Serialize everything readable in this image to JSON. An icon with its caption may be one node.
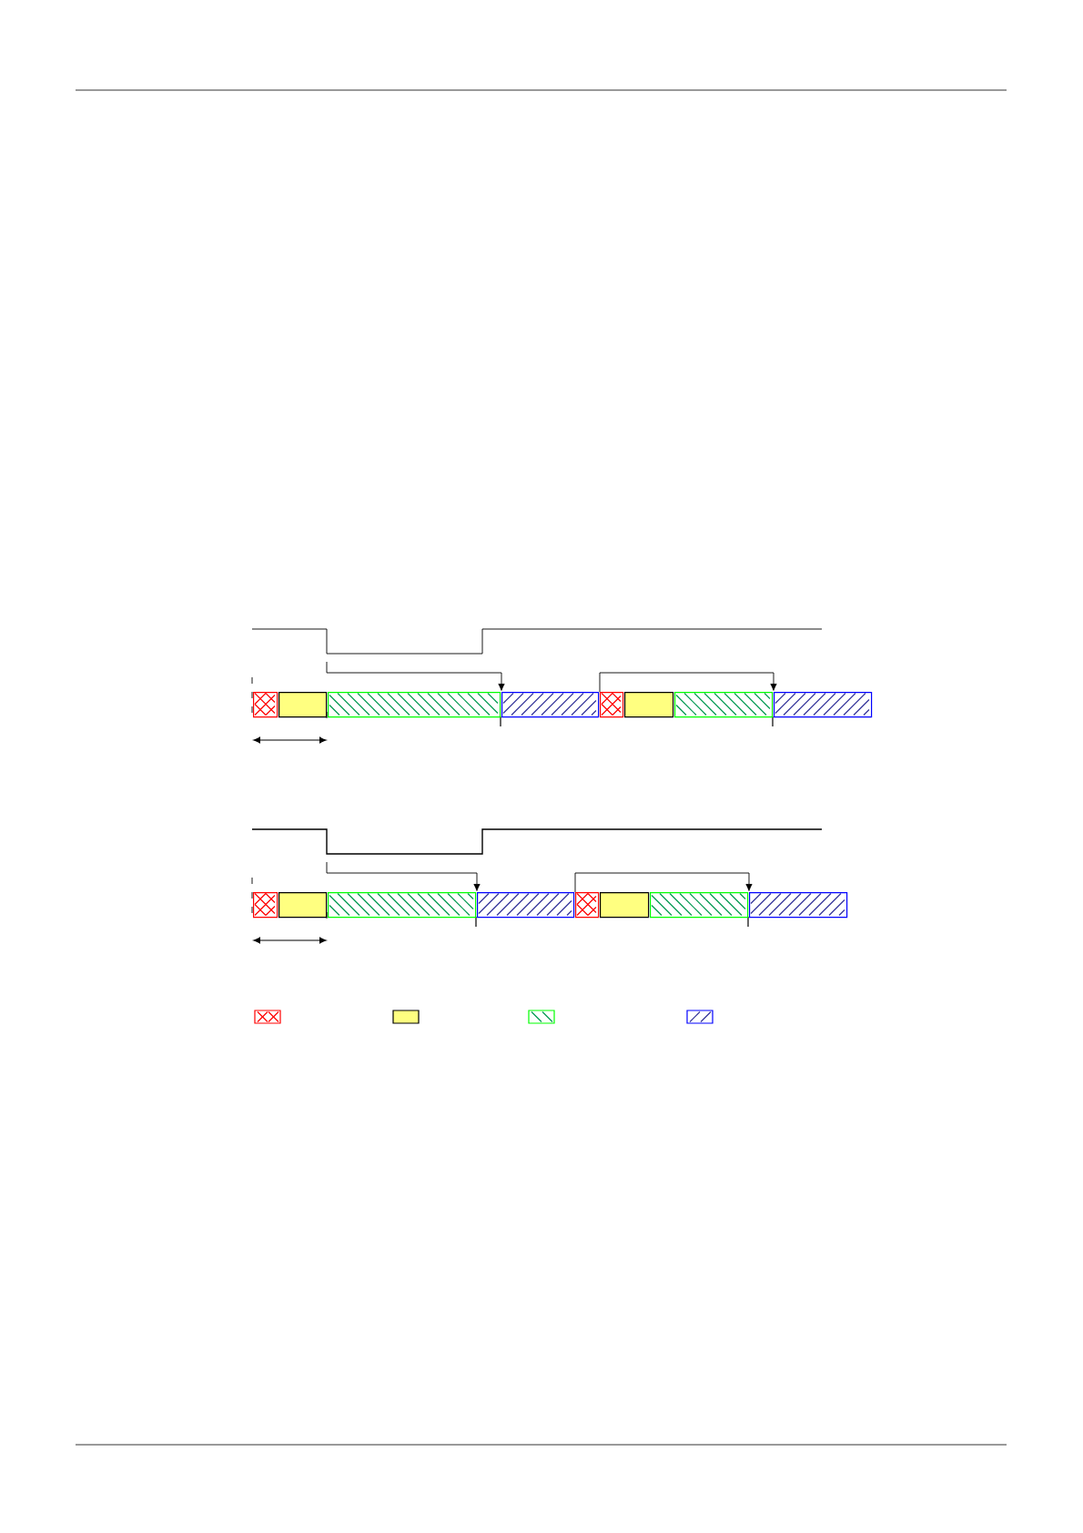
{
  "diagram": {
    "nodes": [
      {
        "text": [],
        "shape": "box"
      },
      {
        "text": [],
        "shape": "box"
      },
      {
        "text": [],
        "shape": "box"
      },
      {
        "text": [],
        "shape": "box"
      },
      {
        "text": [],
        "shape": "box"
      },
      {
        "text": [],
        "shape": "box"
      },
      {
        "text": [],
        "shape": "box"
      },
      {
        "text": [],
        "shape": "box"
      },
      {
        "text": [],
        "shape": "box"
      },
      {
        "text": [],
        "shape": "box"
      },
      {
        "text": [],
        "shape": "box"
      },
      {
        "text": [],
        "shape": "box"
      },
      {
        "text": [],
        "shape": "box"
      },
      {
        "text": [],
        "shape": "box"
      },
      {
        "text": [],
        "shape": "box"
      },
      {
        "text": [],
        "shape": "box"
      }
    ],
    "edges": [
      {
        "from": null,
        "to": 3,
        "arrow": "to"
      },
      {
        "from": 4,
        "to": 7,
        "arrow": "to"
      },
      {
        "from": null,
        "to": 11,
        "arrow": "to"
      },
      {
        "from": 12,
        "to": 15,
        "arrow": "to"
      }
    ]
  }
}
